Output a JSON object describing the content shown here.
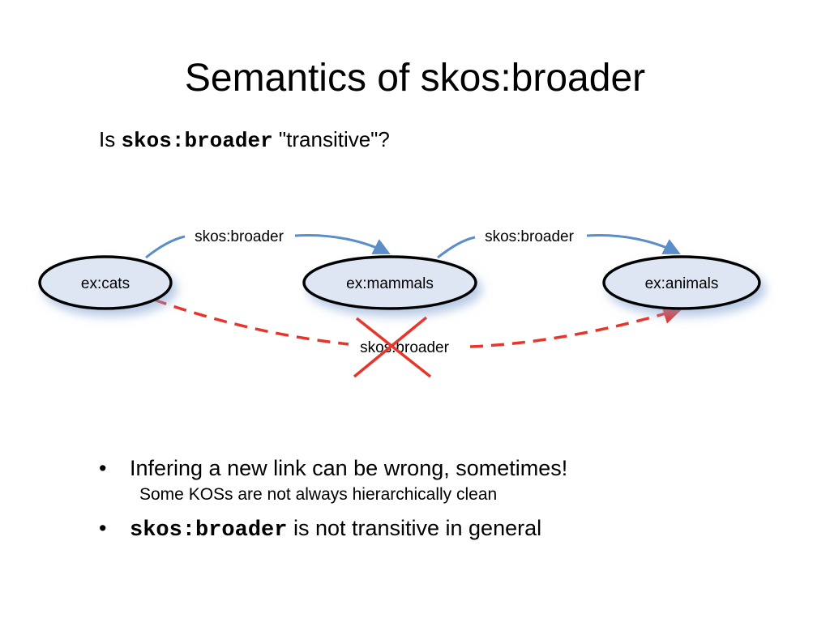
{
  "slide": {
    "title": "Semantics of skos:broader",
    "question": {
      "prefix": "Is ",
      "code": "skos:broader",
      "suffix": " \"transitive\"?"
    }
  },
  "diagram": {
    "nodes": [
      {
        "id": "cats",
        "label": "ex:cats"
      },
      {
        "id": "mammals",
        "label": "ex:mammals"
      },
      {
        "id": "animals",
        "label": "ex:animals"
      }
    ],
    "edges": [
      {
        "from": "cats",
        "to": "mammals",
        "label": "skos:broader",
        "style": "solid"
      },
      {
        "from": "mammals",
        "to": "animals",
        "label": "skos:broader",
        "style": "solid"
      },
      {
        "from": "cats",
        "to": "animals",
        "label": "skos:broader",
        "style": "dashed",
        "crossed": true
      }
    ],
    "colors": {
      "node_fill": "#dde6f2",
      "node_stroke": "#000000",
      "solid_edge": "#5b8ec9",
      "dashed_edge": "#e8352c",
      "cross": "#e8352c"
    }
  },
  "bullets": [
    {
      "text": "Infering a new link can be wrong, sometimes!",
      "sub": "Some KOSs are not always hierarchically clean"
    },
    {
      "code": "skos:broader",
      "text": " is not transitive in general"
    }
  ]
}
